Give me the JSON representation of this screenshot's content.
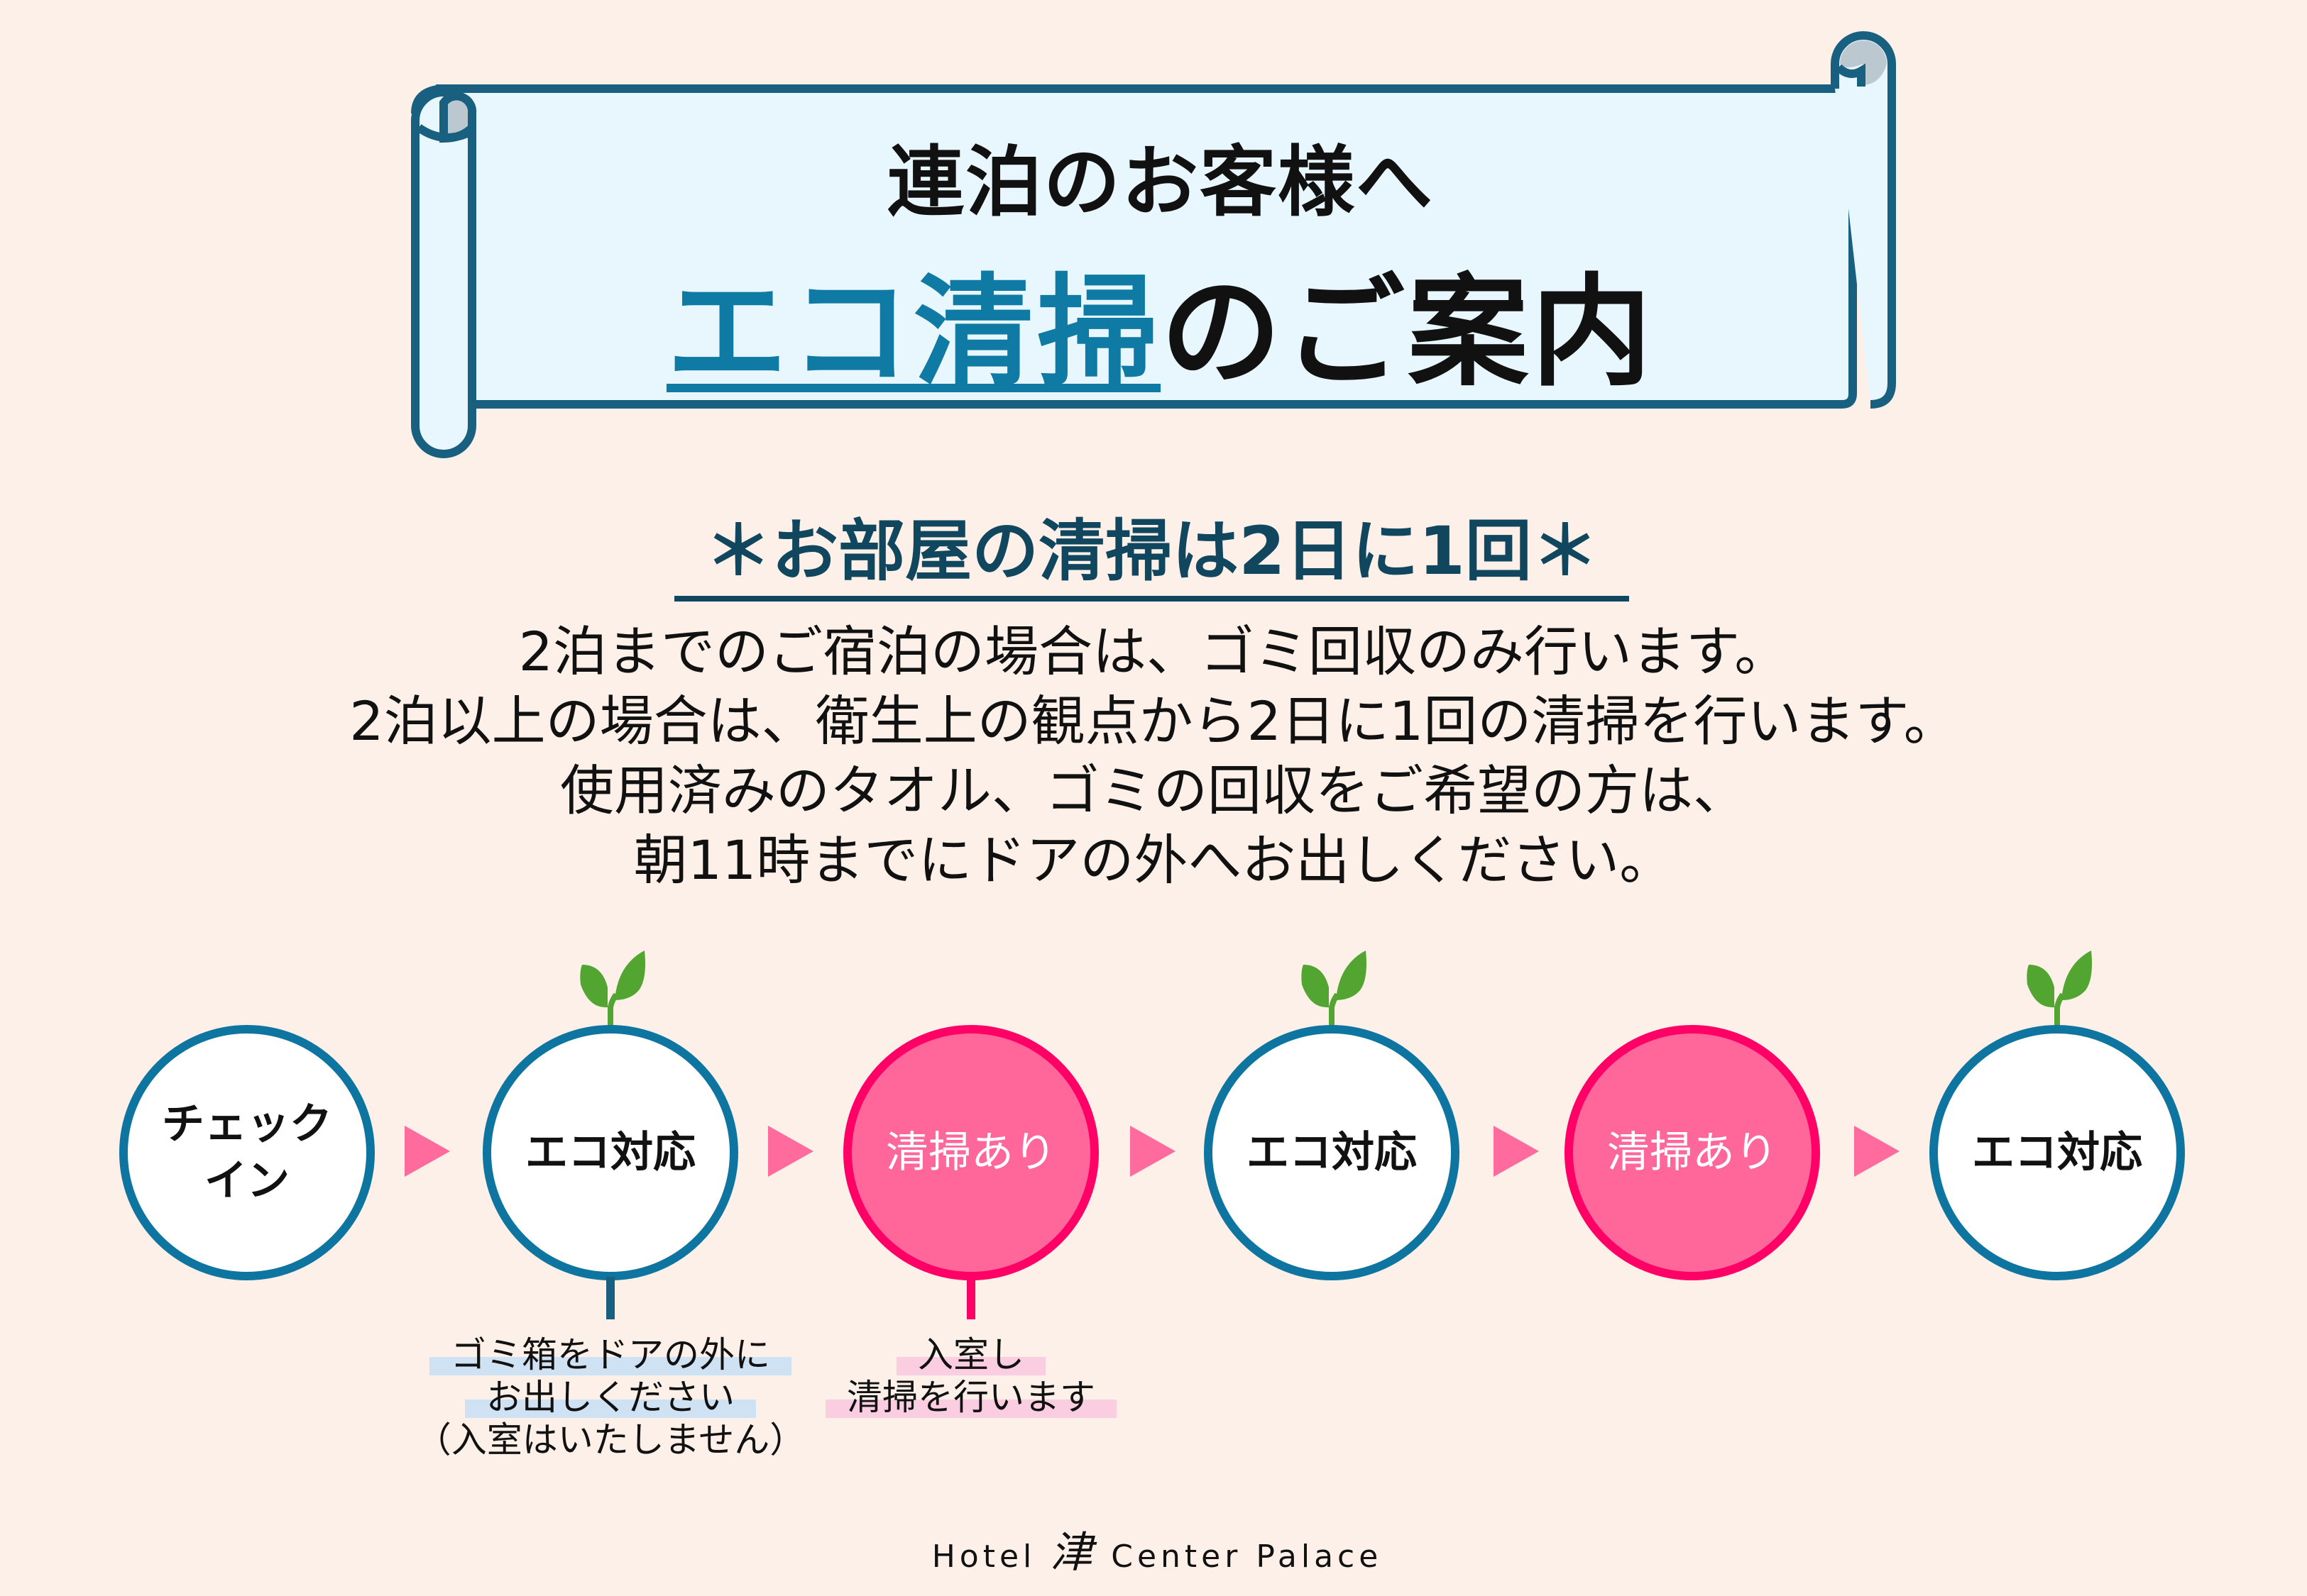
{
  "title": {
    "line1": "連泊のお客様へ",
    "line2_accent": "エコ清掃",
    "line2_rest": "のご案内"
  },
  "headline": "＊お部屋の清掃は2日に1回＊",
  "body_lines": [
    "2泊までのご宿泊の場合は、ゴミ回収のみ行います。",
    "2泊以上の場合は、衛生上の観点から2日に1回の清掃を行います。",
    "使用済みのタオル、ゴミの回収をご希望の方は、",
    "朝11時までにドアの外へお出しください。"
  ],
  "flow": [
    {
      "label_line1": "チェック",
      "label_line2": "イン",
      "type": "eco",
      "sprout": false
    },
    {
      "label_line1": "エコ対応",
      "label_line2": "",
      "type": "eco",
      "sprout": true
    },
    {
      "label_line1": "清掃あり",
      "label_line2": "",
      "type": "clean",
      "sprout": false
    },
    {
      "label_line1": "エコ対応",
      "label_line2": "",
      "type": "eco",
      "sprout": true
    },
    {
      "label_line1": "清掃あり",
      "label_line2": "",
      "type": "clean",
      "sprout": false
    },
    {
      "label_line1": "エコ対応",
      "label_line2": "",
      "type": "eco",
      "sprout": true
    }
  ],
  "notes": {
    "eco": [
      "ゴミ箱をドアの外に",
      "お出しください",
      "（入室はいたしません）"
    ],
    "clean": [
      "入室し",
      "清掃を行います"
    ]
  },
  "footer": {
    "hotel": "Hotel",
    "kanji": "津",
    "name": "Center Palace"
  },
  "colors": {
    "background": "#fcf0e8",
    "scroll_fill": "#e8f6fd",
    "scroll_border": "#185f80",
    "accent_blue": "#0f7aa3",
    "headline": "#11465f",
    "eco_border": "#0e74a0",
    "clean_fill": "#ff6699",
    "clean_border": "#ff0066",
    "arrow": "#ff6b9c",
    "sprout": "#52a530"
  }
}
